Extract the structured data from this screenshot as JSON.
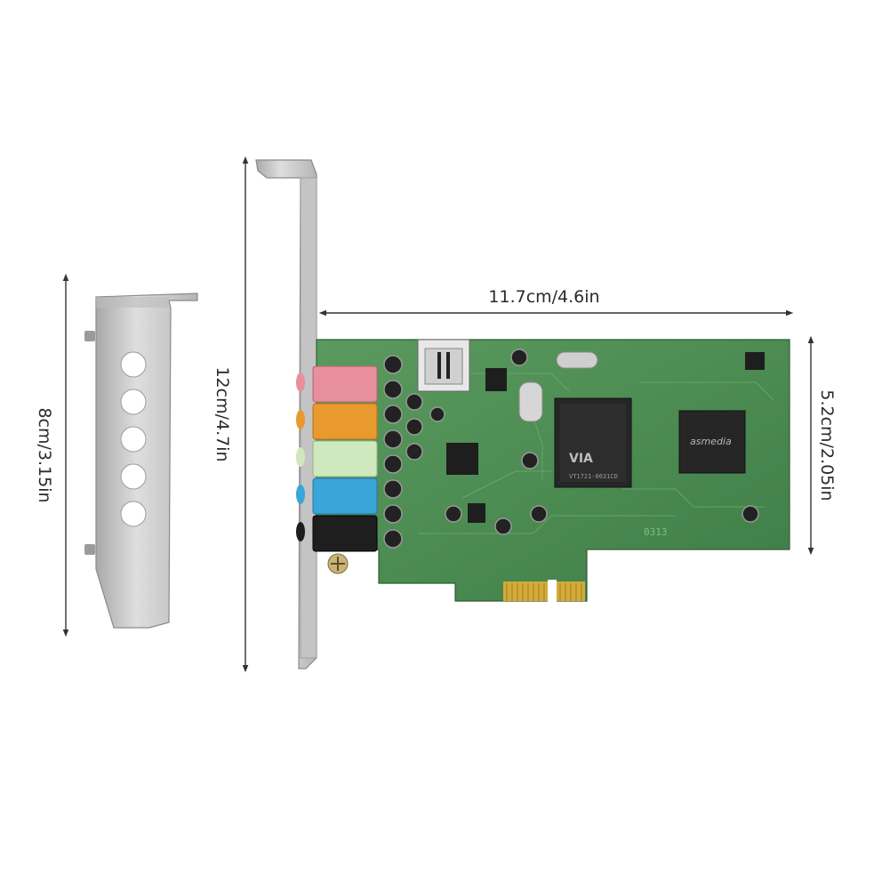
{
  "dimensions": {
    "card_length": "11.7cm/4.6in",
    "card_height": "5.2cm/2.05in",
    "full_bracket_height": "12cm/4.7in",
    "low_profile_bracket_height": "8cm/3.15in"
  },
  "chips": {
    "main_chip_brand": "VIA",
    "main_chip_model": "VT1721-0631CD",
    "bridge_chip_brand": "asmedia",
    "pcb_marking": "0313"
  },
  "colors": {
    "pcb": "#4f8f55",
    "bracket": "#c8c8c8",
    "jack_pink": "#e88f9d",
    "jack_orange": "#e99a2e",
    "jack_green": "#cfe8be",
    "jack_blue": "#3aa5d8",
    "jack_black": "#1e1e1e",
    "gold": "#d4aa3a"
  }
}
